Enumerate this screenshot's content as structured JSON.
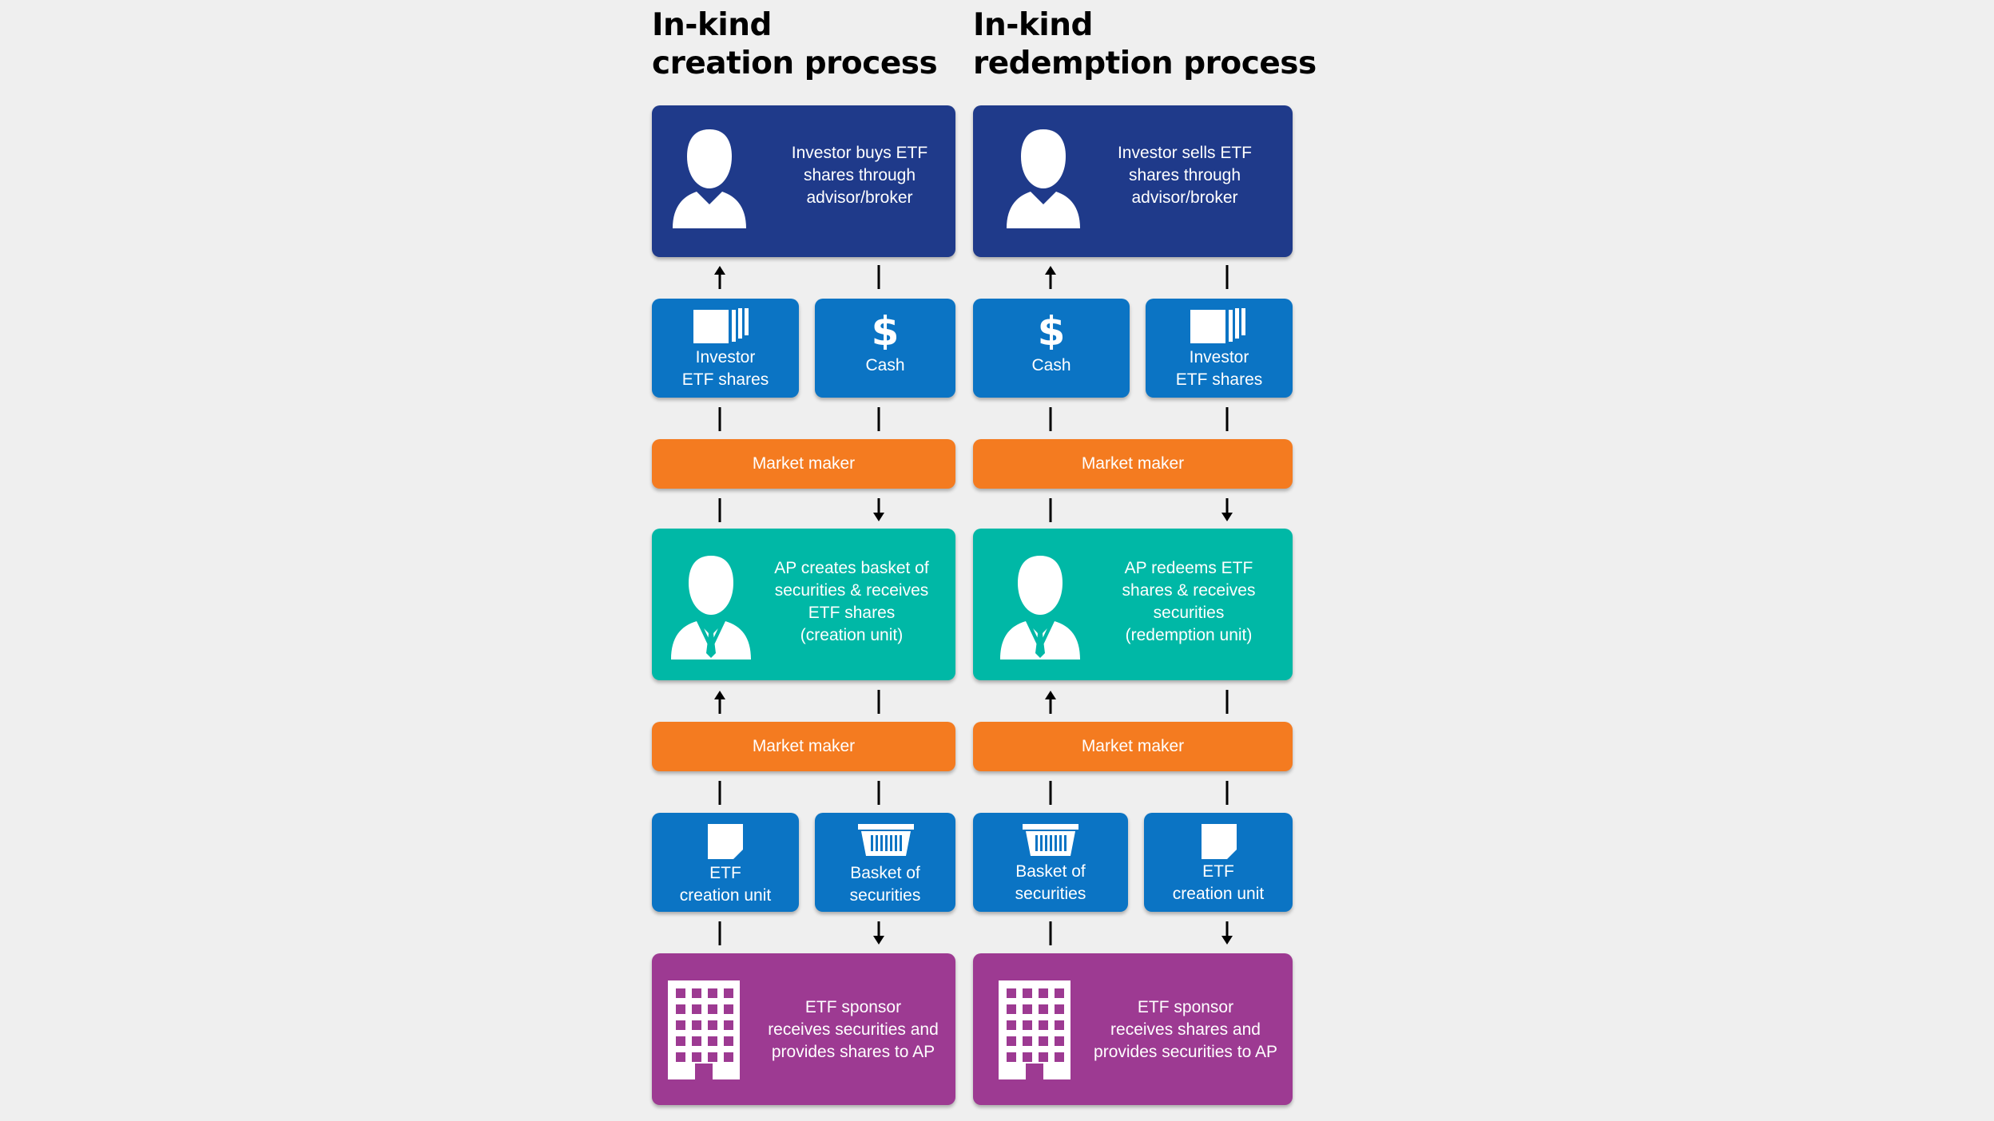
{
  "left": {
    "title_line1": "In-kind",
    "title_line2": "creation process",
    "investor_text": [
      "Investor buys ETF",
      "shares through",
      "advisor/broker"
    ],
    "small_top_a": [
      "Investor",
      "ETF shares"
    ],
    "small_top_b": [
      "Cash"
    ],
    "market_maker_1": "Market maker",
    "ap_text": [
      "AP creates basket of",
      "securities & receives",
      "ETF shares",
      "(creation unit)"
    ],
    "market_maker_2": "Market maker",
    "small_bottom_a": [
      "ETF",
      "creation unit"
    ],
    "small_bottom_b": [
      "Basket of",
      "securities"
    ],
    "sponsor_text": [
      "ETF sponsor",
      "receives securities and",
      "provides shares to AP"
    ]
  },
  "right": {
    "title_line1": "In-kind",
    "title_line2": "redemption process",
    "investor_text": [
      "Investor sells ETF",
      "shares through",
      "advisor/broker"
    ],
    "small_top_a": [
      "Cash"
    ],
    "small_top_b": [
      "Investor",
      "ETF shares"
    ],
    "market_maker_1": "Market maker",
    "ap_text": [
      "AP redeems ETF",
      "shares & receives",
      "securities",
      "(redemption unit)"
    ],
    "market_maker_2": "Market maker",
    "small_bottom_a": [
      "Basket of",
      "securities"
    ],
    "small_bottom_b": [
      "ETF",
      "creation unit"
    ],
    "sponsor_text": [
      "ETF sponsor",
      "receives shares and",
      "provides securities to AP"
    ]
  },
  "colors": {
    "investor_box": "#1f3a8a",
    "asset_box": "#0b74c4",
    "market_maker_bar": "#f47b20",
    "ap_box": "#00b8a6",
    "sponsor_box": "#9d3a92",
    "background": "#efefef"
  },
  "icons": {
    "investor": "person-icon",
    "ap": "businessman-icon",
    "shares": "shares-document-icon",
    "cash": "dollar-icon",
    "unit": "document-icon",
    "basket": "basket-icon",
    "sponsor": "building-icon"
  }
}
